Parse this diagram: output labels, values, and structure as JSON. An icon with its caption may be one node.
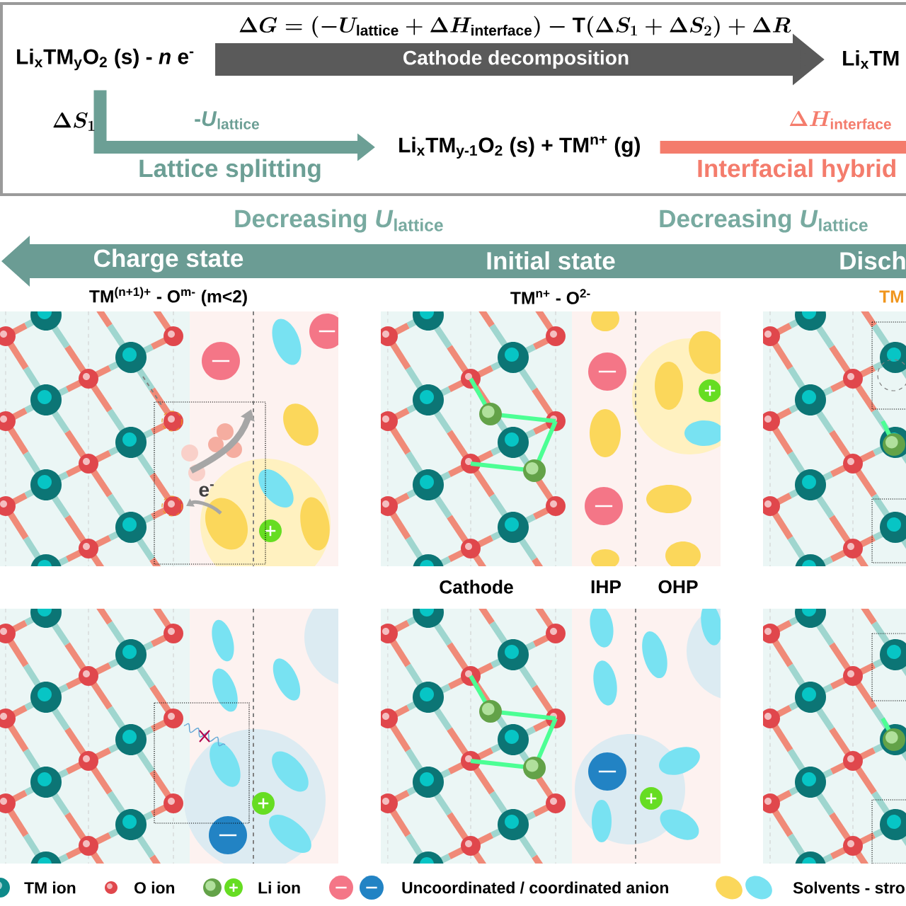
{
  "diagram": {
    "nodes": [
      {
        "text": [
          "Li$_{x}$TM$_{y}$O$_{2}$ (s) - *n* e$^{-}$"
        ]
      },
      {
        "text": [
          "Li$_{x}$TM"
        ]
      },
      {
        "text": [
          "Li$_{x}$TM$_{y-1}$O$_{2}$ (s) + TM$^{n+}$ (g)"
        ]
      }
    ],
    "edges": [
      {
        "from": 0,
        "to": 1,
        "arrow": "to",
        "label": "Cathode decomposition",
        "style": "thick",
        "color": "#5a5a5a"
      },
      {
        "from": 0,
        "to": 2,
        "arrow": "to",
        "label": "Lattice splitting",
        "color": "#6c9f95"
      },
      {
        "from": 2,
        "to": null,
        "arrow": "none",
        "label": "Interfacial hybrid",
        "color": "#f47c6c"
      }
    ],
    "labels": [
      "\\Delta G = (-U_{\\mathrm{lattice}} + \\Delta H_{\\mathrm{interface}}) - \\mathrm{T}(\\Delta S_{1} + \\Delta S_{2}) + \\Delta R",
      "\\Delta S_{1}",
      "-*U*$_{lattice}$",
      "\\Delta H_{\\mathrm{interface}}",
      "Decreasing *U*$_{lattice}$",
      "Decreasing *U*$_{lattice}$",
      "Charge state",
      "Initial state",
      "Disch",
      "TM$^{(n+1)+}$ - O$^{m-}$ (m<2)",
      "TM$^{n+}$ - O$^{2-}$",
      "TM",
      "e$^{-}$",
      "Cathode",
      "IHP",
      "OHP"
    ],
    "legend": [
      {
        "text": "TM ion"
      },
      {
        "text": "O ion"
      },
      {
        "text": "Li ion"
      },
      {
        "text": "Uncoordinated / coordinated anion"
      },
      {
        "text": "Solvents - stro"
      }
    ]
  }
}
